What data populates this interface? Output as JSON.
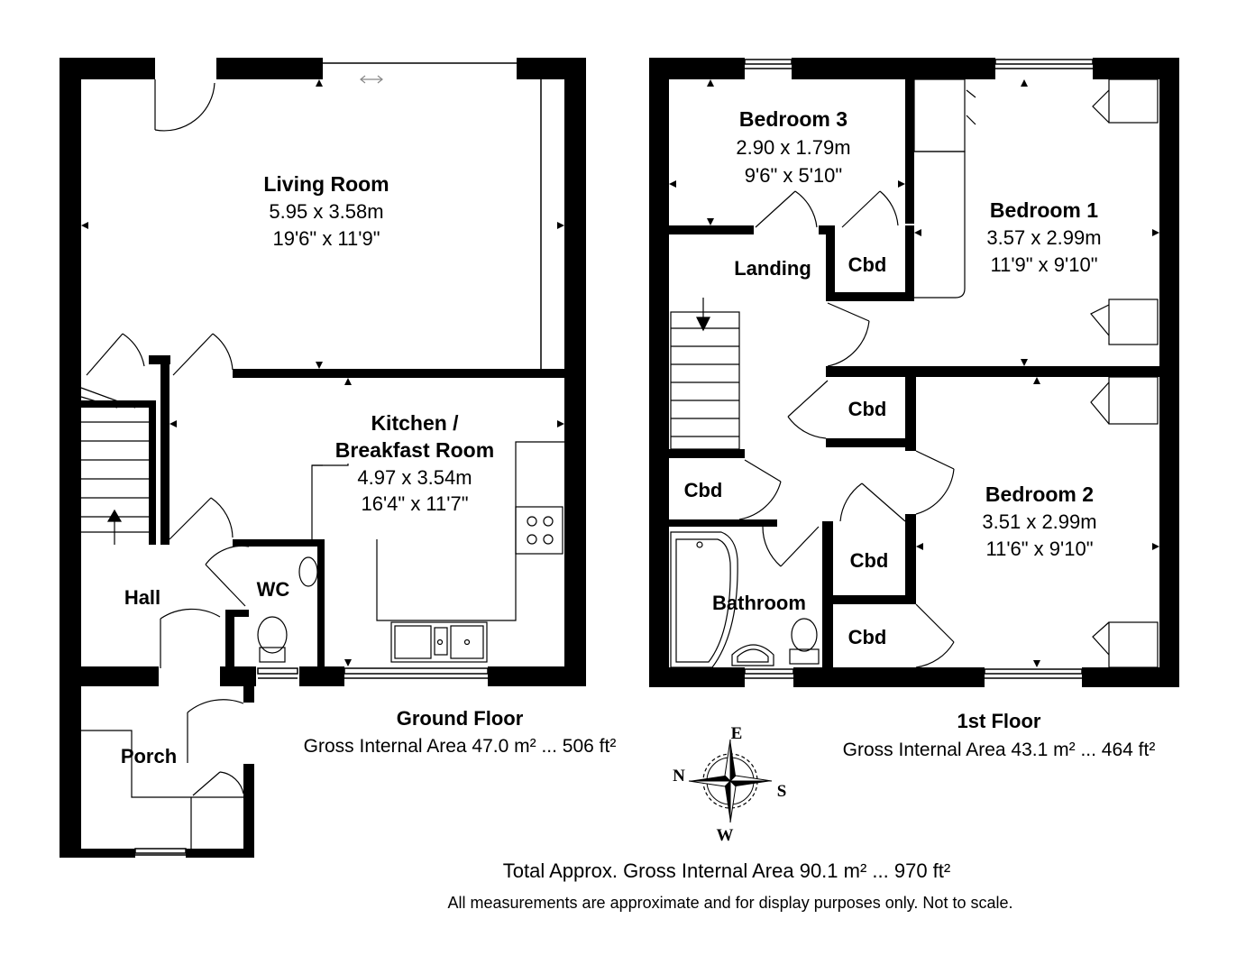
{
  "ground_floor": {
    "title": "Ground Floor",
    "area": "Gross Internal Area 47.0 m² ... 506 ft²",
    "rooms": {
      "living_room": {
        "name": "Living Room",
        "metric": "5.95 x 3.58m",
        "imperial": "19'6\" x 11'9\""
      },
      "kitchen": {
        "name_line1": "Kitchen /",
        "name_line2": "Breakfast Room",
        "metric": "4.97 x 3.54m",
        "imperial": "16'4\" x 11'7\""
      },
      "hall": {
        "name": "Hall"
      },
      "wc": {
        "name": "WC"
      },
      "porch": {
        "name": "Porch"
      }
    }
  },
  "first_floor": {
    "title": "1st Floor",
    "area": "Gross Internal Area 43.1 m² ... 464 ft²",
    "rooms": {
      "bedroom3": {
        "name": "Bedroom 3",
        "metric": "2.90 x 1.79m",
        "imperial": "9'6\" x 5'10\""
      },
      "bedroom1": {
        "name": "Bedroom 1",
        "metric": "3.57 x 2.99m",
        "imperial": "11'9\" x 9'10\""
      },
      "bedroom2": {
        "name": "Bedroom 2",
        "metric": "3.51 x 2.99m",
        "imperial": "11'6\" x 9'10\""
      },
      "landing": {
        "name": "Landing"
      },
      "bathroom": {
        "name": "Bathroom"
      },
      "cbd": {
        "name": "Cbd"
      }
    }
  },
  "compass": {
    "north": "N",
    "east": "E",
    "south": "S",
    "west": "W"
  },
  "footer": {
    "total": "Total Approx. Gross Internal Area 90.1 m² ... 970 ft²",
    "note": "All measurements are approximate and for display purposes only. Not to scale."
  }
}
